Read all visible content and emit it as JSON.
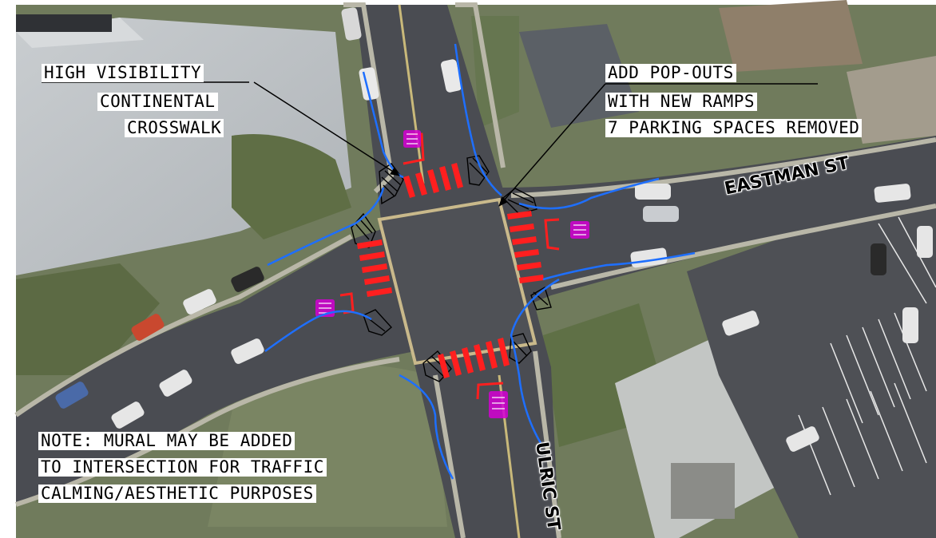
{
  "plan": {
    "callouts": {
      "crosswalk": {
        "lines": [
          "HIGH VISIBILITY",
          "CONTINENTAL",
          "CROSSWALK"
        ]
      },
      "popouts": {
        "lines": [
          "ADD POP-OUTS",
          "WITH NEW RAMPS",
          "7 PARKING SPACES REMOVED"
        ]
      }
    },
    "note": {
      "lines": [
        "NOTE: MURAL MAY BE ADDED",
        "TO INTERSECTION FOR TRAFFIC",
        "CALMING/AESTHETIC PURPOSES"
      ]
    },
    "streets": {
      "east_west": "EASTMAN ST",
      "north_south": "ULRIC ST"
    }
  },
  "colors": {
    "crosswalk_bars": "#ff1f1f",
    "curb_lines": "#1e6fff",
    "curb_ramp_marks": "#d400d4",
    "ramp_outline": "#000000",
    "road": "#4a4c52",
    "grass": "#6f7d58",
    "roof": "#b9bec2"
  }
}
